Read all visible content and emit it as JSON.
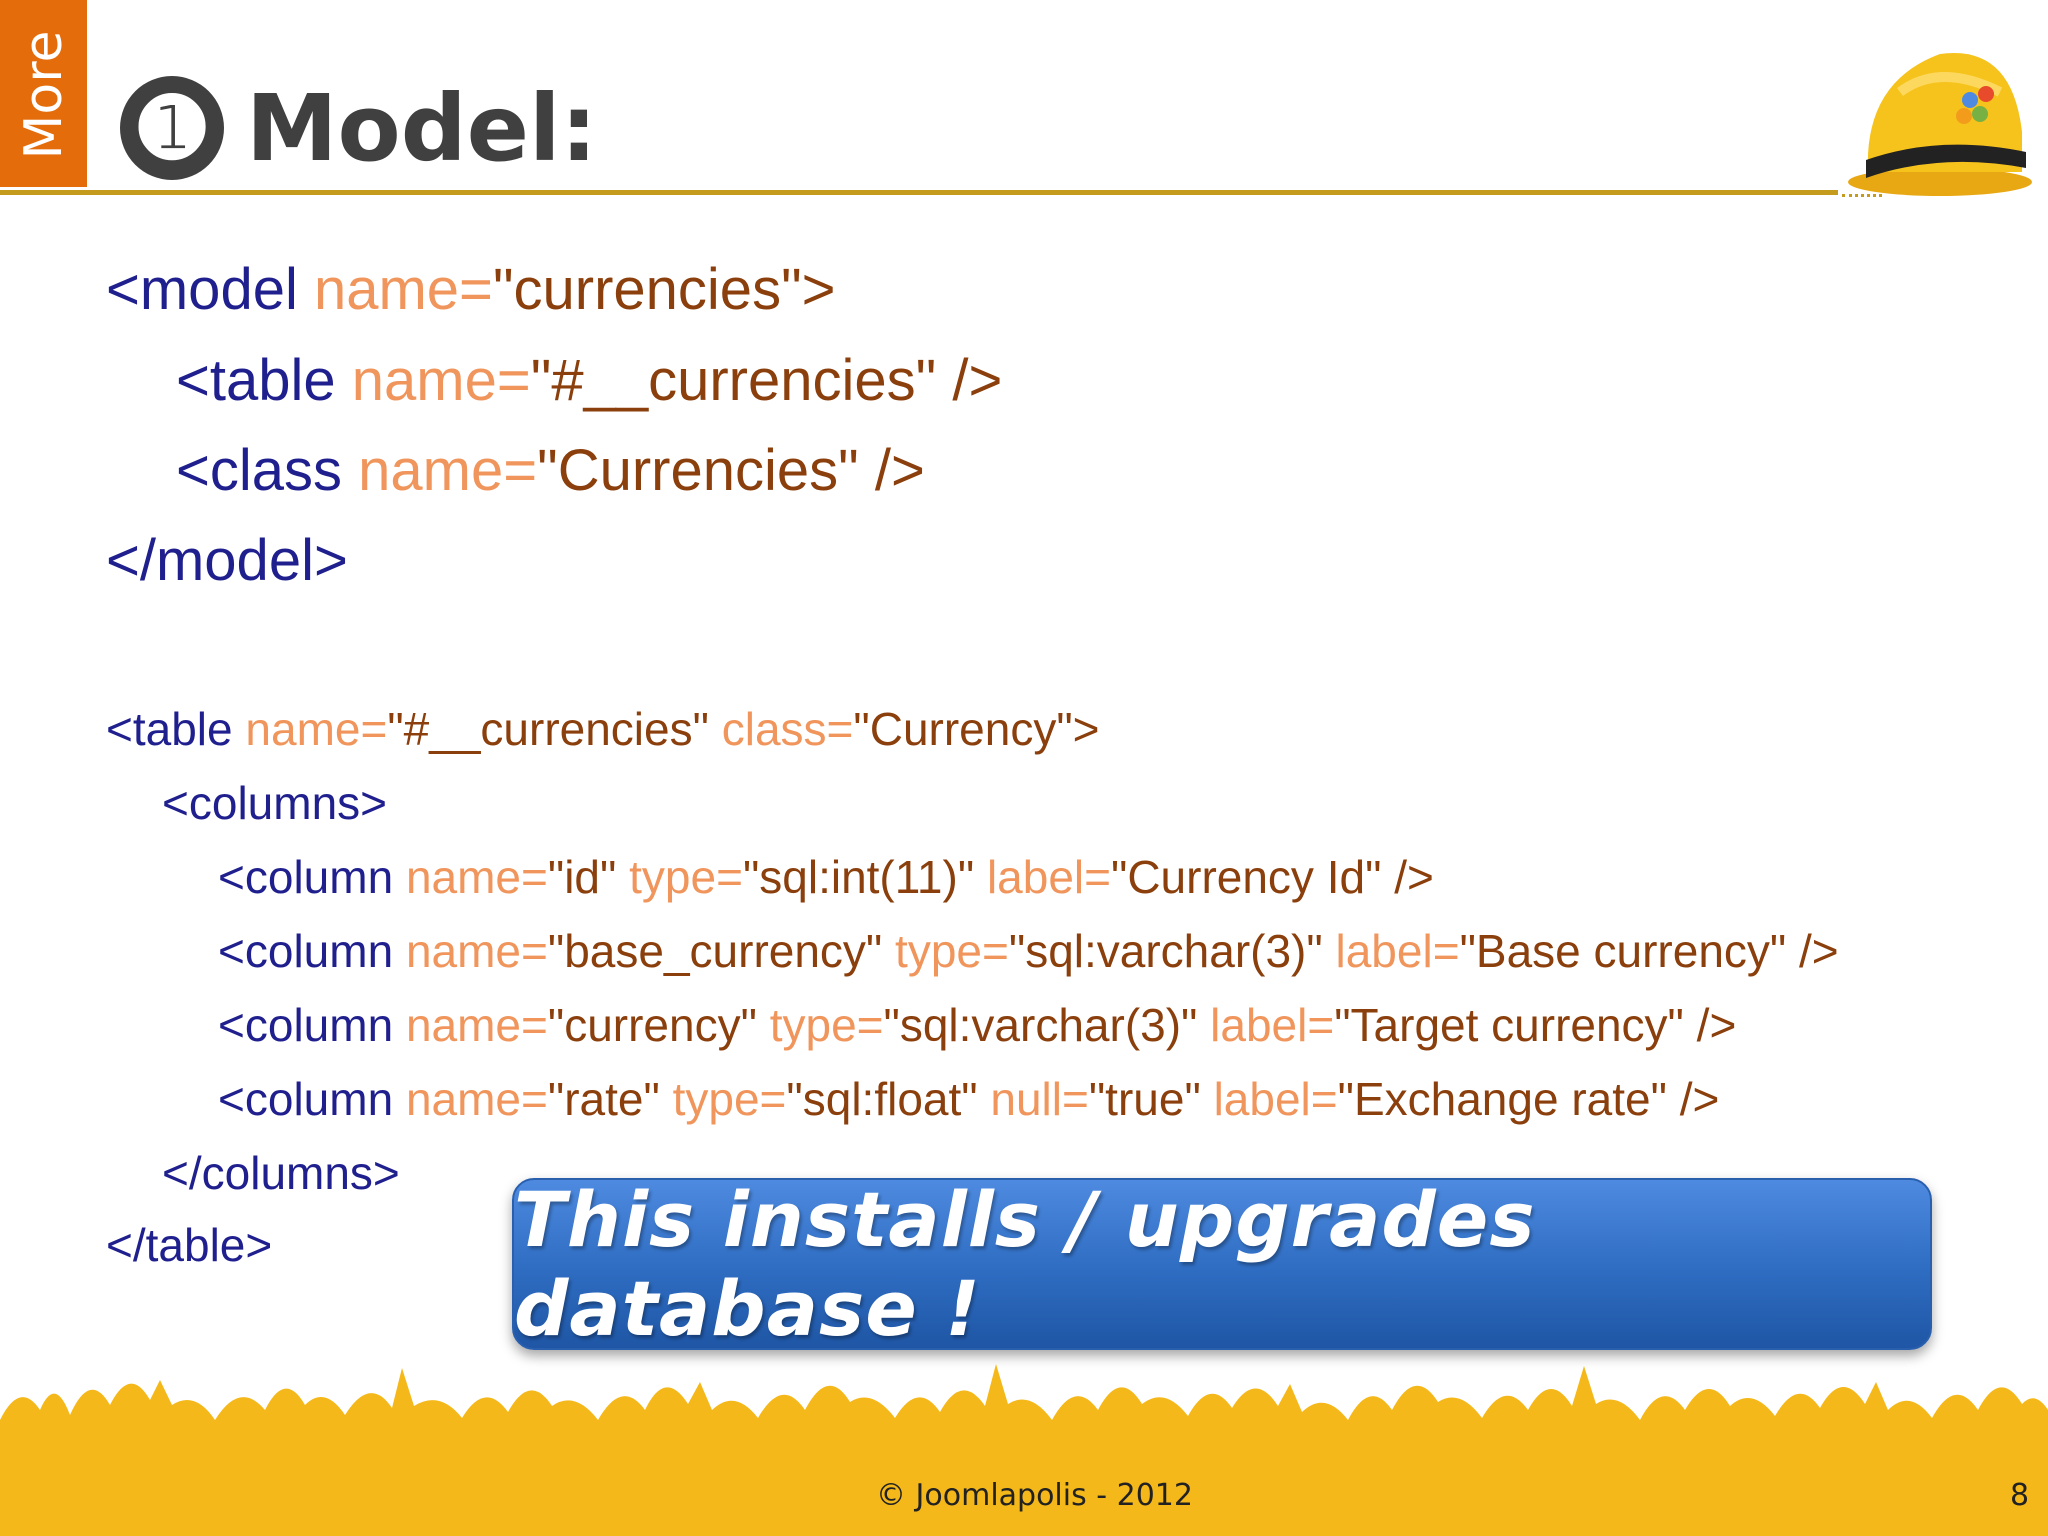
{
  "tab": {
    "label": "More"
  },
  "title": {
    "number": "➊",
    "text": "Model:"
  },
  "code_model": [
    {
      "tag": "<model",
      "attr": "name=",
      "value": "\"currencies\">"
    },
    {
      "tag": "<table",
      "attr": "name=",
      "value": "\"#__currencies\" />"
    },
    {
      "tag": "<class",
      "attr": "name=",
      "value": "\"Currencies\" />"
    },
    {
      "tag": "</model>"
    }
  ],
  "code_table": {
    "open": {
      "tag": "<table",
      "attr1": "name=",
      "value1": "\"#__currencies\"",
      "attr2": "class=",
      "value2": "\"Currency\">"
    },
    "columns_open": "<columns>",
    "columns": [
      {
        "tag": "<column",
        "parts": [
          {
            "attr": "name=",
            "value": "\"id\""
          },
          {
            "attr": "type=",
            "value": "\"sql:int(11)\""
          },
          {
            "attr": "label=",
            "value": "\"Currency Id\" />"
          }
        ]
      },
      {
        "tag": "<column",
        "parts": [
          {
            "attr": "name=",
            "value": "\"base_currency\""
          },
          {
            "attr": "type=",
            "value": "\"sql:varchar(3)\""
          },
          {
            "attr": "label=",
            "value": "\"Base currency\" />"
          }
        ]
      },
      {
        "tag": "<column",
        "parts": [
          {
            "attr": "name=",
            "value": "\"currency\""
          },
          {
            "attr": "type=",
            "value": "\"sql:varchar(3)\""
          },
          {
            "attr": "label=",
            "value": "\"Target currency\" />"
          }
        ]
      },
      {
        "tag": "<column",
        "parts": [
          {
            "attr": "name=",
            "value": "\"rate\""
          },
          {
            "attr": "type=",
            "value": "\"sql:float\""
          },
          {
            "attr": "null=",
            "value": "\"true\""
          },
          {
            "attr": "label=",
            "value": "\"Exchange rate\" />"
          }
        ]
      }
    ],
    "columns_close": "</columns>",
    "close": "</table>"
  },
  "callout": {
    "text": "This installs / upgrades database !"
  },
  "footer": {
    "copyright": "© Joomlapolis - 2012",
    "page": "8"
  },
  "colors": {
    "tag": "#1f1f8e",
    "attr": "#f0955c",
    "value": "#8a3f0c",
    "accent_orange": "#e46c0a",
    "crowd": "#f5b81a",
    "callout_blue": "#2e6cc1"
  }
}
